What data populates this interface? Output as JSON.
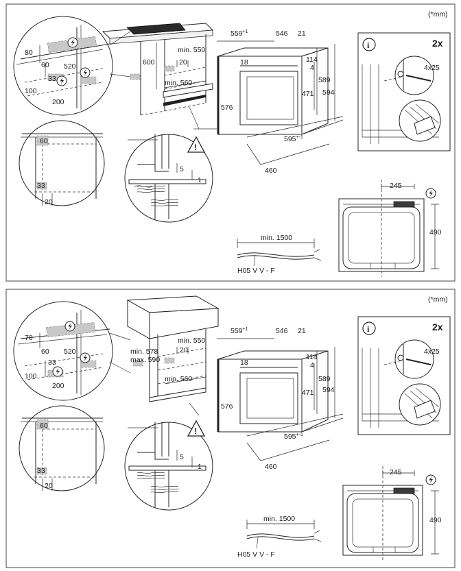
{
  "unit_note": "(*mm)",
  "count_label": "2x",
  "screw_label": "4x25",
  "cable_label": "H05 V V - F",
  "cable_min": "min. 1500",
  "warning_gap": {
    "a": "5",
    "b": "1"
  },
  "top_panel": {
    "circle_dims": {
      "d80": "80",
      "d60": "60",
      "d520": "520",
      "d33": "33",
      "d100": "100",
      "d200": "200"
    },
    "detail_dims": {
      "d60": "60",
      "d33": "33",
      "d20": "20"
    },
    "niche_dims": {
      "d600": "600",
      "d20": "20",
      "min550": "min. 550",
      "min560": "min. 560"
    },
    "oven_dims": {
      "w559": "559",
      "w559_tol": "+1",
      "w546": "546",
      "w21": "21",
      "h18": "18",
      "h114": "114",
      "h4": "4",
      "h589": "589",
      "h594": "594",
      "h471": "471",
      "h576": "576",
      "w595": "595",
      "w595_tol": "+-1",
      "d460": "460"
    },
    "front_dims": {
      "w245": "245",
      "h490": "490"
    }
  },
  "bottom_panel": {
    "circle_dims": {
      "d70": "70",
      "d60": "60",
      "d520": "520",
      "d33": "33",
      "d100": "100",
      "d200": "200"
    },
    "detail_dims": {
      "d60": "60",
      "d33": "33",
      "d20": "20"
    },
    "niche_dims": {
      "min578": "min. 578",
      "max590": "max. 590",
      "d20": "20",
      "min550": "min. 550",
      "min560": "min. 560"
    },
    "oven_dims": {
      "w559": "559",
      "w559_tol": "+1",
      "w546": "546",
      "w21": "21",
      "h18": "18",
      "h114": "114",
      "h4": "4",
      "h589": "589",
      "h594": "594",
      "h471": "471",
      "h576": "576",
      "w595": "595",
      "w595_tol": "+-1",
      "d460": "460"
    },
    "front_dims": {
      "w245": "245",
      "h490": "490"
    }
  },
  "icons": [
    "info-icon",
    "warning-icon",
    "electric-icon"
  ]
}
